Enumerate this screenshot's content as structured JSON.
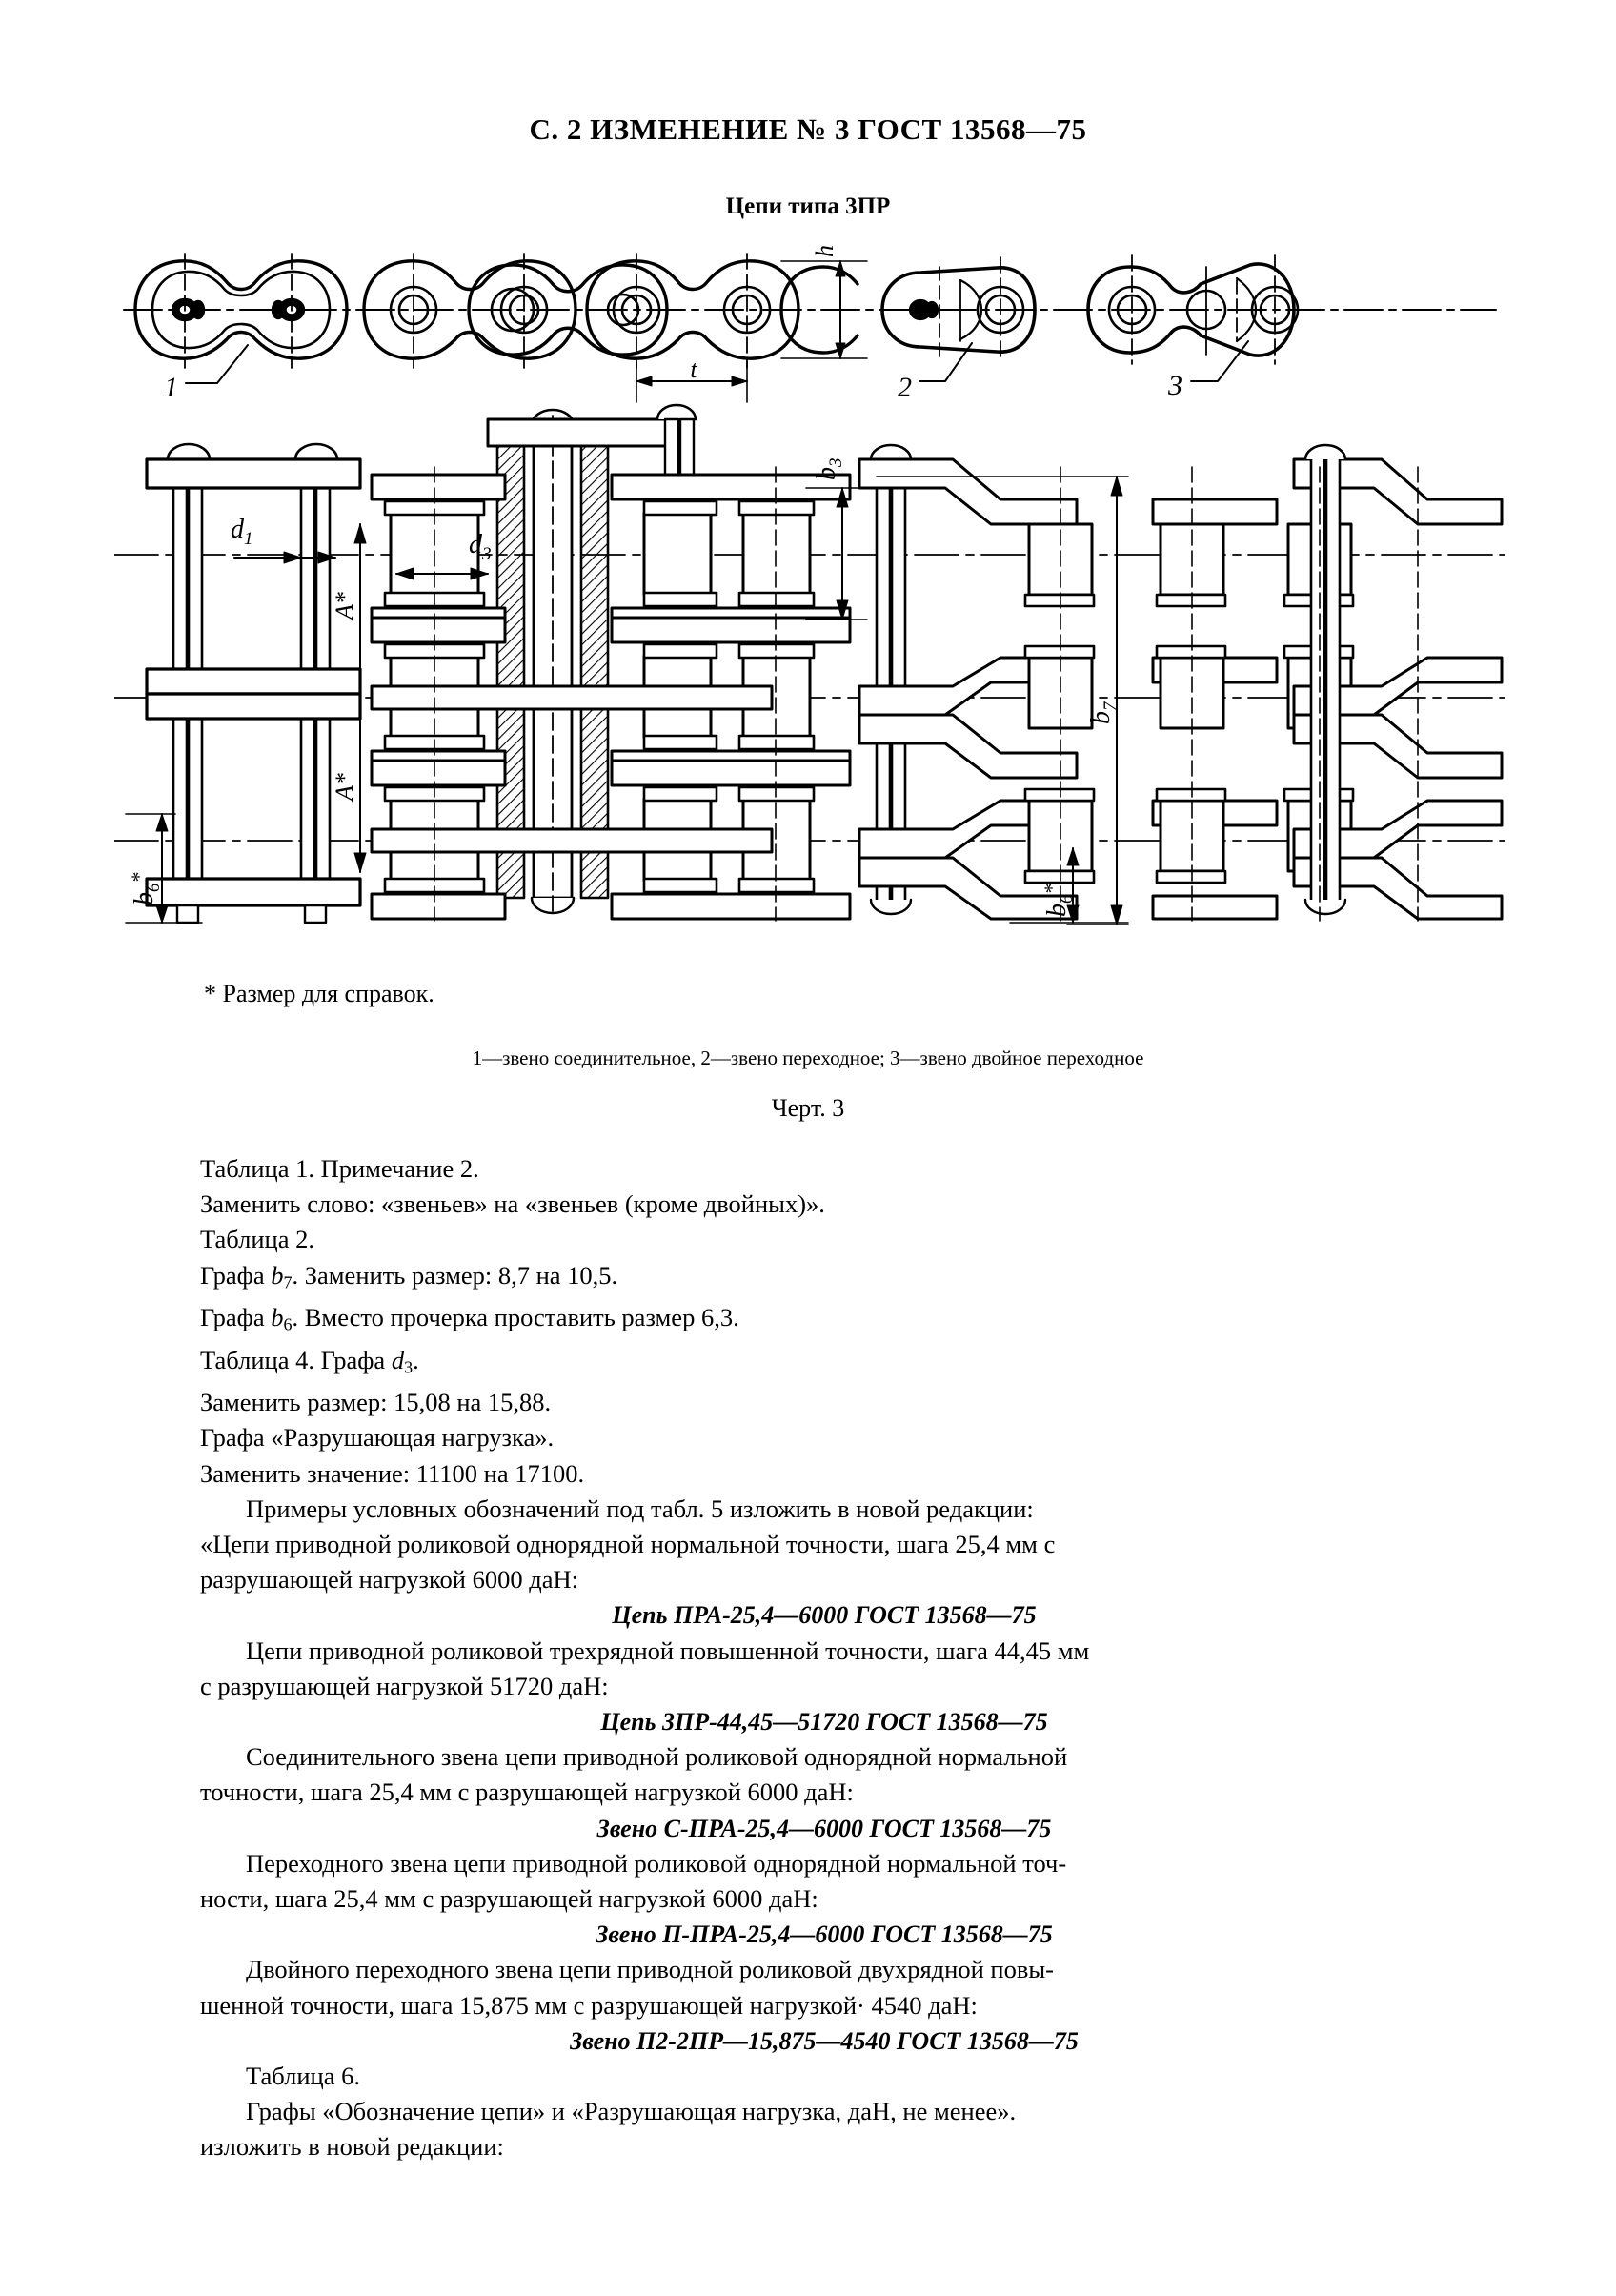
{
  "header": {
    "page_label": "С. 2 ИЗМЕНЕНИЕ № 3 ГОСТ 13568—75"
  },
  "section": {
    "title": "Цепи типа 3ПР"
  },
  "drawing": {
    "labels": {
      "pitch": "t",
      "height": "h",
      "d1": "d",
      "d1_sub": "1",
      "d3": "d",
      "d3_sub": "3",
      "b3": "b",
      "b3_sub": "3",
      "b7": "b",
      "b7_sub": "7",
      "b6": "b",
      "b6_sub": "6",
      "b6_star": "*",
      "A_star_upper": "A*",
      "A_star_lower": "A*",
      "item1": "1",
      "item2": "2",
      "item3": "3"
    },
    "note_star": "* Размер для справок.",
    "legend": "1—звено соединительное, 2—звено переходное; 3—звено двойное переходное",
    "caption": "Черт. 3"
  },
  "body": {
    "lines": [
      "Таблица 1. Примечание 2.",
      "Заменить слово: «звеньев» на «звеньев (кроме двойных)».",
      "Таблица 2.",
      "Графа b7. Заменить размер: 8,7 на 10,5.",
      "Графа b6. Вместо прочерка проставить размер 6,3.",
      "Таблица 4. Графа d3.",
      "Заменить размер: 15,08 на 15,88.",
      "Графа «Разрушающая нагрузка».",
      "Заменить значение: 11100 на 17100."
    ],
    "l1": "Таблица 1. Примечание 2.",
    "l2": "Заменить слово: «звеньев» на «звеньев (кроме двойных)».",
    "l3": "Таблица 2.",
    "l4a": "Графа ",
    "l4b": "b",
    "l4c": "7",
    "l4d": ". Заменить размер: 8,7 на 10,5.",
    "l5a": "Графа ",
    "l5b": "b",
    "l5c": "6",
    "l5d": ". Вместо прочерка проставить размер 6,3.",
    "l6a": "Таблица 4. Графа ",
    "l6b": "d",
    "l6c": "3",
    "l6d": ".",
    "l7": "Заменить размер: 15,08 на 15,88.",
    "l8": "Графа «Разрушающая нагрузка».",
    "l9": "Заменить значение: 11100 на 17100.",
    "p1": "Примеры условных обозначений под табл. 5 изложить в новой редакции:",
    "p1b": "«Цепи приводной роликовой однорядной нормальной точности, шага 25,4 мм с",
    "p1c": "разрушающей нагрузкой 6000 даН:",
    "d1": "Цепь ПРА-25,4—6000 ГОСТ 13568—75",
    "p2": "Цепи приводной роликовой трехрядной повышенной точности, шага 44,45 мм",
    "p2b": "с разрушающей нагрузкой 51720 даН:",
    "d2": "Цепь 3ПР-44,45—51720 ГОСТ 13568—75",
    "p3": "Соединительного звена цепи приводной роликовой однорядной нормальной",
    "p3b": "точности, шага 25,4 мм с разрушающей нагрузкой 6000 даН:",
    "d3": "Звено С-ПРА-25,4—6000 ГОСТ 13568—75",
    "p4": "Переходного звена цепи приводной роликовой однорядной нормальной точ-",
    "p4b": "ности, шага 25,4 мм с разрушающей нагрузкой 6000 даН:",
    "d4": "Звено П-ПРА-25,4—6000 ГОСТ 13568—75",
    "p5": "Двойного переходного звена цепи приводной роликовой двухрядной повы-",
    "p5b": "шенной точности, шага 15,875 мм с разрушающей нагрузкой· 4540 даН:",
    "d5": "Звено П2-2ПР—15,875—4540 ГОСТ 13568—75",
    "p6": "Таблица 6.",
    "p7": "Графы «Обозначение цепи» и «Разрушающая нагрузка, даН, не менее».",
    "p7b": "изложить в новой редакции:"
  },
  "colors": {
    "ink": "#000000",
    "paper": "#ffffff"
  }
}
